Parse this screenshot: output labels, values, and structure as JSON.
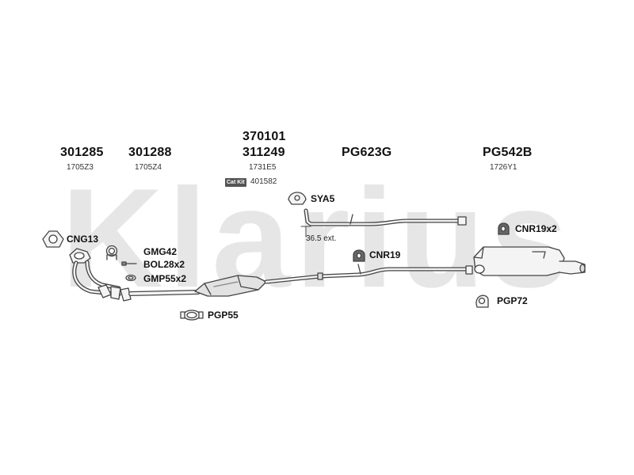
{
  "watermark": "Klarius",
  "header": {
    "parts": [
      {
        "code": "301285",
        "ref": "1705Z3"
      },
      {
        "code": "301288",
        "ref": "1705Z4"
      },
      {
        "code": "370101",
        "code2": "311249",
        "ref": "1731E5"
      },
      {
        "code": "PG623G"
      },
      {
        "code": "PG542B",
        "ref": "1726Y1"
      }
    ],
    "catkit": {
      "badge": "Cat Kit",
      "code": "401582"
    }
  },
  "fittings": {
    "cng13": "CNG13",
    "gmg42": "GMG42",
    "bol28": "BOL28x2",
    "gmp55": "GMP55x2",
    "pgp55": "PGP55",
    "sya5": "SYA5",
    "ext": "36.5 ext.",
    "cnr19": "CNR19",
    "cnr19x2": "CNR19x2",
    "pgp72": "PGP72"
  },
  "colors": {
    "watermark": "#e6e6e6",
    "line": "#444444",
    "fill": "#f4f4f4"
  }
}
